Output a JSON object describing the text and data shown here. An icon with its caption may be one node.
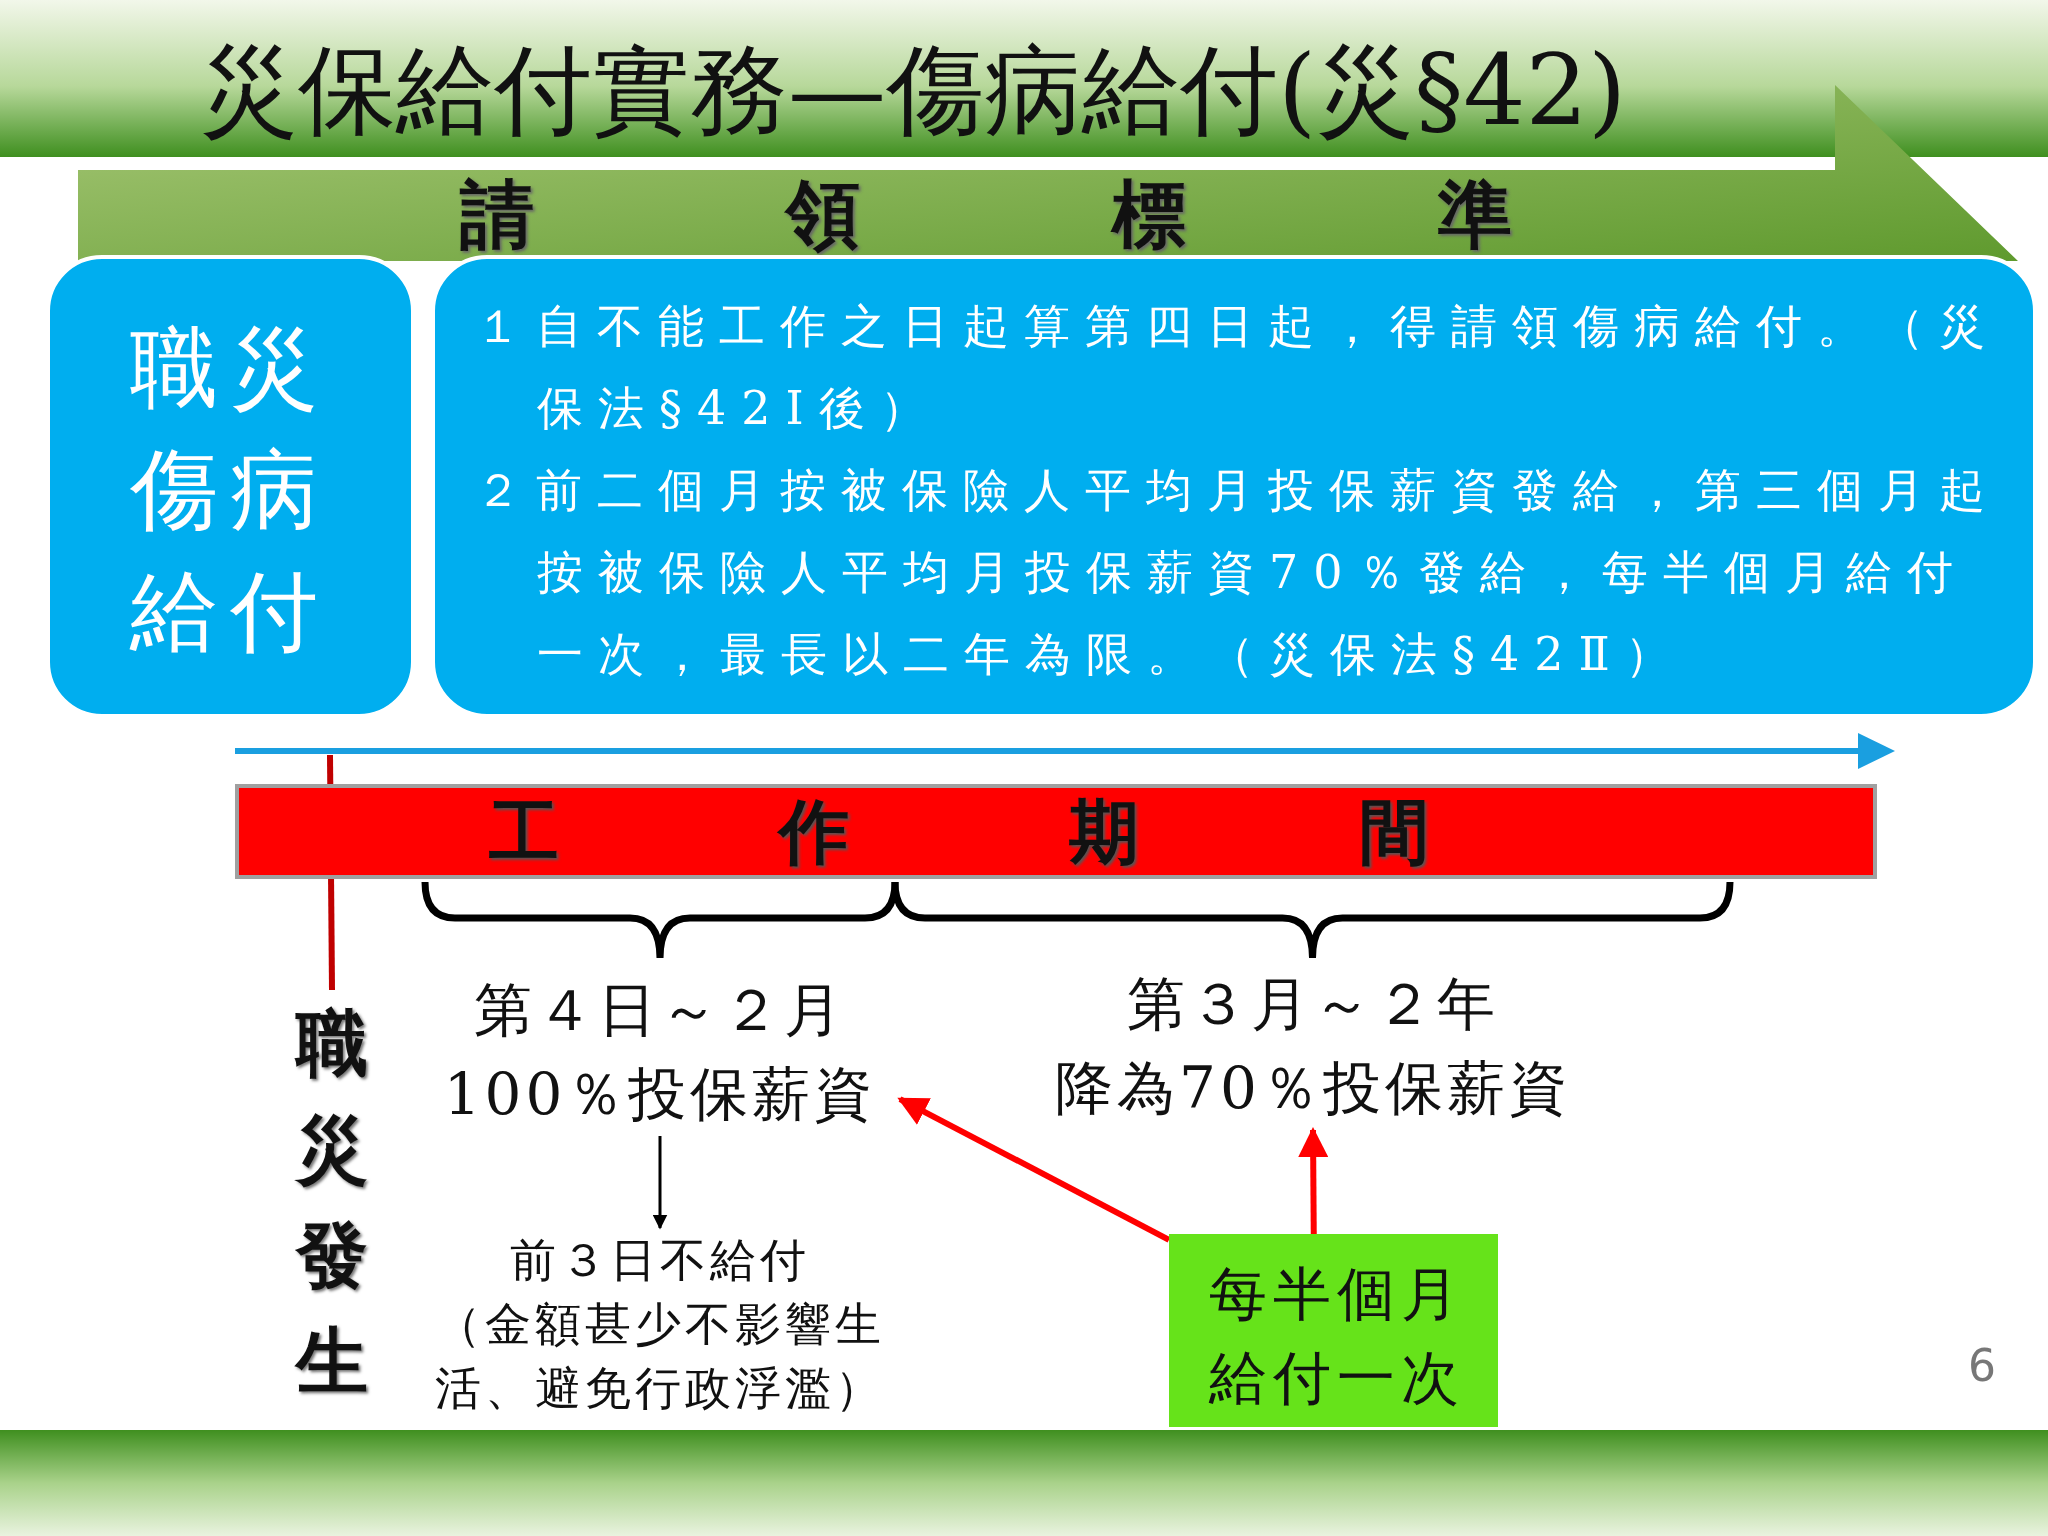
{
  "diagram": {
    "title": "災保給付實務—傷病給付(災§42)",
    "nodes": [
      {
        "text": [
          "請領標準"
        ]
      },
      {
        "text": [
          "職災傷病給付"
        ]
      },
      {
        "text": [
          "１自不能工作之日起算第四日起，得請領傷病給付。（災保法§42Ⅰ後）",
          "２前二個月按被保險人平均月投保薪資發給，第三個月起按被保險人平均月投保薪資70％發給，每半個月給付一次，最長以二年為限。（災保法§42Ⅱ）"
        ]
      },
      {
        "text": [
          "工作期間"
        ]
      },
      {
        "text": [
          "職災發生"
        ]
      },
      {
        "text": [
          "第４日～２月",
          "100％投保薪資"
        ]
      },
      {
        "text": [
          "前３日不給付",
          "（金額甚少不影響生活、避免行政浮濫）"
        ]
      },
      {
        "text": [
          "第３月～２年",
          "降為70％投保薪資"
        ]
      },
      {
        "text": [
          "每半個月給付一次"
        ]
      }
    ],
    "edges": [
      {
        "from": 4,
        "to": null,
        "arrow": "none",
        "color": "#c00000"
      },
      {
        "from": 5,
        "to": 6,
        "arrow": "to",
        "color": "#000000"
      },
      {
        "from": 8,
        "to": 5,
        "arrow": "to"
      },
      {
        "from": 8,
        "to": 7,
        "arrow": "to"
      }
    ],
    "labels": [
      "6"
    ]
  }
}
